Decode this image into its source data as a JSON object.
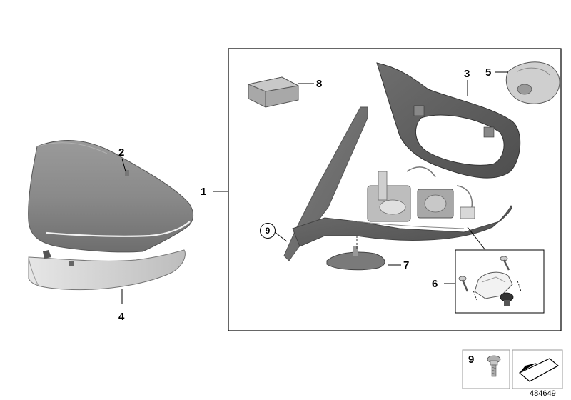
{
  "diagram": {
    "callouts": [
      {
        "id": "1",
        "label": "1"
      },
      {
        "id": "2",
        "label": "2"
      },
      {
        "id": "3",
        "label": "3"
      },
      {
        "id": "4",
        "label": "4"
      },
      {
        "id": "5",
        "label": "5"
      },
      {
        "id": "6",
        "label": "6"
      },
      {
        "id": "7",
        "label": "7"
      },
      {
        "id": "8",
        "label": "8"
      },
      {
        "id": "9",
        "label": "9"
      }
    ],
    "legend_label": "9",
    "document_number": "484649"
  }
}
